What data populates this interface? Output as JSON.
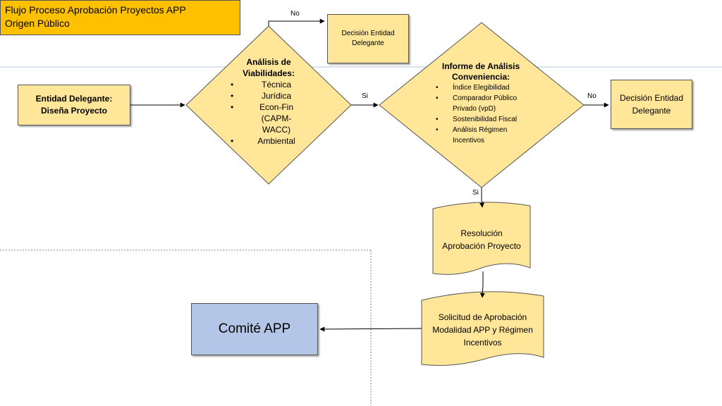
{
  "title": {
    "line1": "Flujo Proceso Aprobación Proyectos APP",
    "line2": "Origen Público"
  },
  "start": {
    "line1": "Entidad Delegante:",
    "line2": "Diseña Proyecto"
  },
  "viabilidad": {
    "heading1": "Análisis de",
    "heading2": "Viabilidades:",
    "items": [
      "Técnica",
      "Jurídica",
      "Econ-Fin",
      "(CAPM-",
      "WACC)",
      "Ambiental"
    ]
  },
  "decision_top": {
    "line1": "Decisión Entidad",
    "line2": "Delegante"
  },
  "informe": {
    "heading1": "Informe de Análisis",
    "heading2": "Conveniencia:",
    "items": [
      {
        "lines": [
          "Índice Elegibilidad"
        ]
      },
      {
        "lines": [
          "Comparador Público",
          "Privado (vpD)"
        ]
      },
      {
        "lines": [
          "Sostenibilidad Fiscal"
        ]
      },
      {
        "lines": [
          "Análisis Régimen",
          "Incentivos"
        ]
      }
    ]
  },
  "decision_right": {
    "line1": "Decisión Entidad",
    "line2": "Delegante"
  },
  "resolucion": {
    "line1": "Resolución",
    "line2": "Aprobación Proyecto"
  },
  "solicitud": {
    "line1": "Solicitud de Aprobación",
    "line2": "Modalidad APP y Régimen",
    "line3": "Incentivos"
  },
  "comite": "Comité APP",
  "labels": {
    "no_top": "No",
    "si_mid": "Si",
    "no_right": "No",
    "si_down": "Si"
  },
  "colors": {
    "title_fill": "#ffc000",
    "node_fill": "#ffe699",
    "comite_fill": "#b4c6e7",
    "guide_line": "#b4c7dc"
  }
}
